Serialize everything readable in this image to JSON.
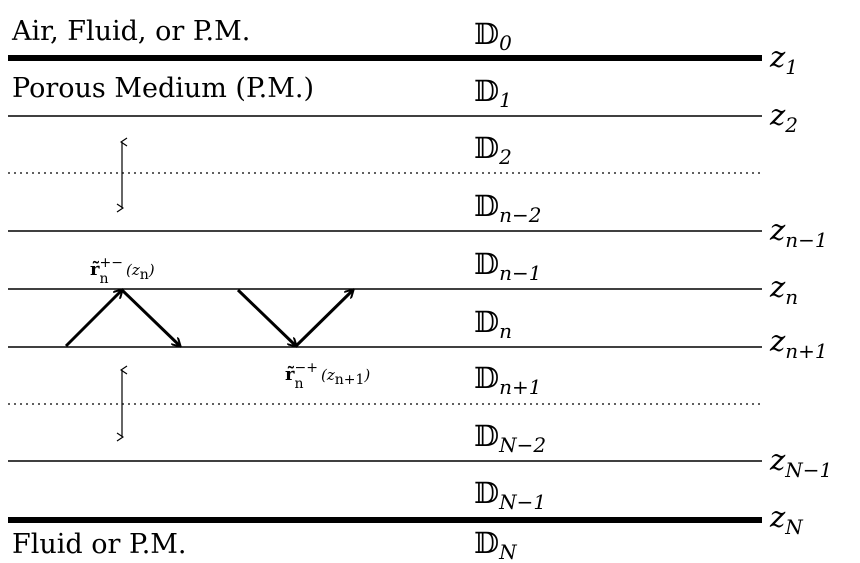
{
  "regions": {
    "top": "Air, Fluid, or P.M.",
    "porous": "Porous Medium (P.M.)",
    "bottom": "Fluid or P.M."
  },
  "domains": [
    {
      "base": "𝔻",
      "sub": "0"
    },
    {
      "base": "𝔻",
      "sub": "1"
    },
    {
      "base": "𝔻",
      "sub": "2"
    },
    {
      "base": "𝔻",
      "sub": "n−2"
    },
    {
      "base": "𝔻",
      "sub": "n−1"
    },
    {
      "base": "𝔻",
      "sub": "n"
    },
    {
      "base": "𝔻",
      "sub": "n+1"
    },
    {
      "base": "𝔻",
      "sub": "N−2"
    },
    {
      "base": "𝔻",
      "sub": "N−1"
    },
    {
      "base": "𝔻",
      "sub": "N"
    }
  ],
  "interfaces": [
    {
      "base": "z",
      "sub": "1"
    },
    {
      "base": "z",
      "sub": "2"
    },
    {
      "base": "z",
      "sub": "n−1"
    },
    {
      "base": "z",
      "sub": "n"
    },
    {
      "base": "z",
      "sub": "n+1"
    },
    {
      "base": "z",
      "sub": "N−1"
    },
    {
      "base": "z",
      "sub": "N"
    }
  ],
  "coefficients": {
    "upper": {
      "base": "r̃",
      "sub": "n",
      "sup": "+−",
      "arg": "(z",
      "argsub": "n",
      "close": ")"
    },
    "lower": {
      "base": "r̃",
      "sub": "n",
      "sup": "−+",
      "arg": "(z",
      "argsub": "n+1",
      "close": ")"
    }
  }
}
